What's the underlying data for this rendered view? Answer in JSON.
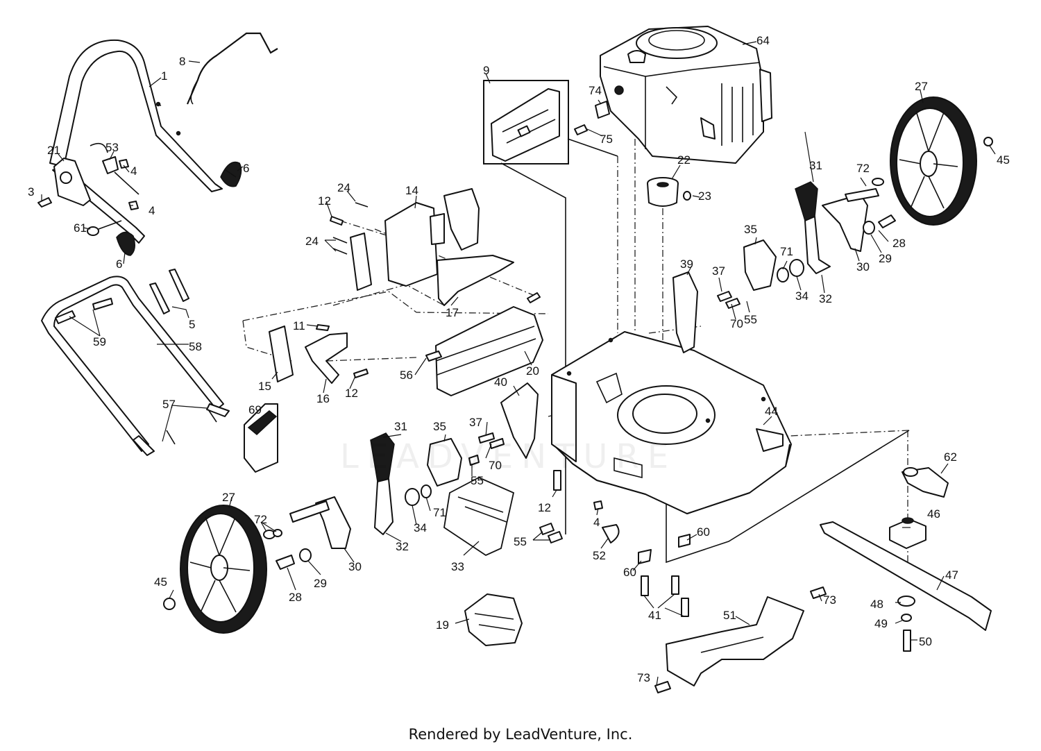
{
  "footer": {
    "credit": "Rendered by LeadVenture, Inc."
  },
  "watermark": {
    "text": "LEADVENTURE",
    "present": true
  },
  "callouts": [
    "1",
    "3",
    "4",
    "4",
    "4",
    "5",
    "6",
    "6",
    "8",
    "9",
    "11",
    "12",
    "12",
    "12",
    "14",
    "15",
    "16",
    "17",
    "19",
    "20",
    "21",
    "22",
    "23",
    "24",
    "24",
    "27",
    "27",
    "28",
    "28",
    "29",
    "29",
    "30",
    "30",
    "31",
    "31",
    "32",
    "32",
    "33",
    "34",
    "34",
    "35",
    "35",
    "37",
    "37",
    "39",
    "40",
    "41",
    "44",
    "45",
    "45",
    "46",
    "47",
    "48",
    "49",
    "50",
    "51",
    "52",
    "53",
    "55",
    "55",
    "55",
    "56",
    "57",
    "58",
    "59",
    "60",
    "60",
    "61",
    "62",
    "64",
    "69",
    "70",
    "70",
    "71",
    "71",
    "72",
    "72",
    "73",
    "73",
    "74",
    "75"
  ],
  "colors": {
    "line": "#111111",
    "background": "#ffffff"
  }
}
